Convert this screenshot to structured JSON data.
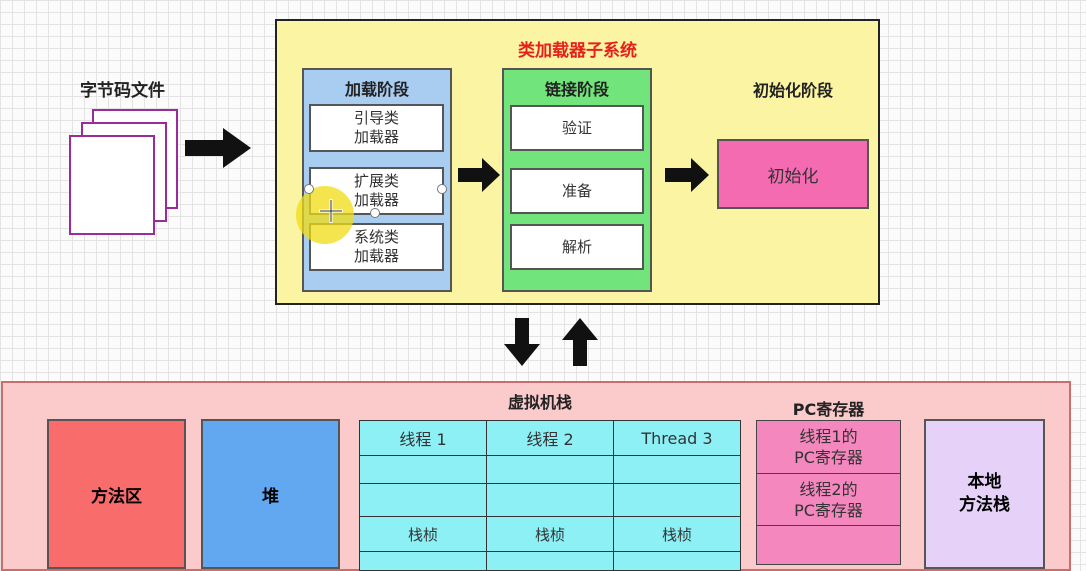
{
  "bytecode_label": "字节码文件",
  "subsystem": {
    "title": "类加载器子系统",
    "loading": {
      "title": "加载阶段",
      "items": [
        {
          "line1": "引导类",
          "line2": "加载器"
        },
        {
          "line1": "扩展类",
          "line2": "加载器"
        },
        {
          "line1": "系统类",
          "line2": "加载器"
        }
      ]
    },
    "linking": {
      "title": "链接阶段",
      "items": [
        "验证",
        "准备",
        "解析"
      ]
    },
    "init": {
      "title": "初始化阶段",
      "box": "初始化"
    }
  },
  "runtime": {
    "method_area": "方法区",
    "heap": "堆",
    "vm_stack": {
      "title": "虚拟机栈",
      "threads": [
        "线程 1",
        "线程 2",
        "Thread 3"
      ],
      "frame_label": "栈桢"
    },
    "pc": {
      "title": "PC寄存器",
      "items": [
        {
          "line1": "线程1的",
          "line2": "PC寄存器"
        },
        {
          "line1": "线程2的",
          "line2": "PC寄存器"
        }
      ]
    },
    "native_stack": {
      "line1": "本地",
      "line2": "方法栈"
    }
  },
  "colors": {
    "subsystem_bg": "#fbf5a3",
    "loading_bg": "#a9cdf1",
    "linking_bg": "#71e57b",
    "init_bg": "#f46bb2",
    "runtime_bg": "#fbcaca",
    "method_area_bg": "#f86c6c",
    "heap_bg": "#61a8f1",
    "vm_stack_bg": "#8cf0f5",
    "pc_bg": "#f387be",
    "native_stack_bg": "#e6d2f8",
    "title_red": "#e8201b"
  }
}
